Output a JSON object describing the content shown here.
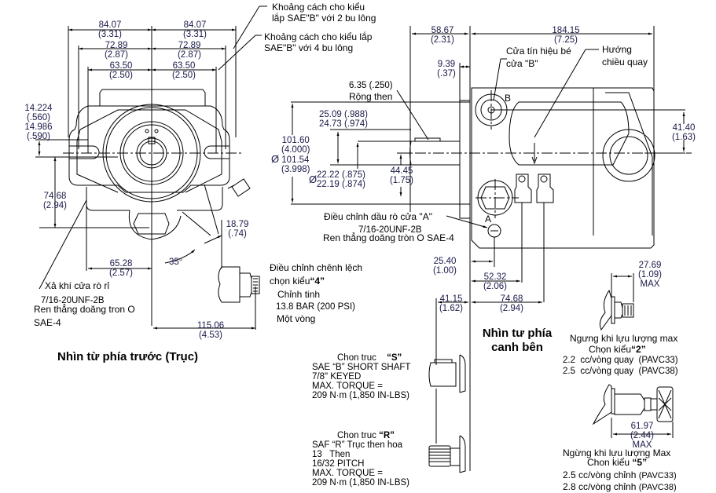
{
  "front_view": {
    "title": "Nhìn từ phía trước (Trục)",
    "dims": {
      "d84_left": [
        "84.07",
        "(3.31)"
      ],
      "d84_right": [
        "84.07",
        "(3.31)"
      ],
      "d72_left": [
        "72.89",
        "(2.87)"
      ],
      "d72_right": [
        "72.89",
        "(2.87)"
      ],
      "d63_left": [
        "63.50",
        "(2.50)"
      ],
      "d63_right": [
        "63.50",
        "(2.50)"
      ],
      "slot": [
        "14.224",
        "(.560)",
        "14.986",
        "(.590)"
      ],
      "height": [
        "74.68",
        "(2.94)"
      ],
      "d65": [
        "65.28",
        "(2.57)"
      ],
      "angle": "35°",
      "d18": [
        "18.79",
        "(.74)"
      ],
      "d115": [
        "115.06",
        "(4.53)"
      ]
    },
    "callouts": {
      "two_bolt": [
        "Khoảng cách cho kiểu",
        "lắp SAE\"B\" với 2 bu lông"
      ],
      "four_bolt": [
        "Khoảng cách cho kiểu lắp",
        "SAE\"B\" với 4 bu lông"
      ],
      "bleed": "Xả khí cửa rò rỉ",
      "bleed_thread": "7/16-20UNF-2B",
      "bleed_oring": [
        "Ren thẳng doăng tron O",
        "SAE-4"
      ]
    },
    "option4": {
      "line1": "Điều chỉnh chênh lệch",
      "line2_prefix": "chọn kiểu",
      "line2_code": "“4”",
      "fine": "Chỉnh tinh",
      "pressure": "13.8 BAR (200 PSI)",
      "turn": "Một vòng"
    }
  },
  "side_view": {
    "title": [
      "Nhìn tư phía",
      "canh bên"
    ],
    "dims": {
      "d58": [
        "58.67",
        "(2.31)"
      ],
      "d184": [
        "184.15",
        "(7.25)"
      ],
      "d9": [
        "9.39",
        "(.37)"
      ],
      "key_width": [
        "6.35 (.250)",
        "Rộng then"
      ],
      "key_height": [
        "25.09 (.988)",
        "24.73 (.974)"
      ],
      "pilot_dia": [
        "101.60",
        "(4.000)",
        "Ø",
        "101.54",
        "(3.998)"
      ],
      "shaft_dia": [
        "Ø",
        "22.22 (.875)",
        "22.19 (.874)"
      ],
      "d44": [
        "44.45",
        "(1.75)"
      ],
      "d41_40": [
        "41.40",
        "(1.63)"
      ],
      "d25": [
        "25.40",
        "(1.00)"
      ],
      "d52": [
        "52.32",
        "(2.06)"
      ],
      "d74": [
        "74.68",
        "(2.94)"
      ],
      "d41_15": [
        "41.15",
        "(1.62)"
      ]
    },
    "callouts": {
      "port_b": [
        "Cửa tín hiệu bé",
        "cửa \"B\""
      ],
      "rotation": [
        "Hướng",
        "chiều quay"
      ],
      "label_b": "B",
      "label_a": "A",
      "drain_a": "Điều chỉnh dầu rò cửa \"A\"",
      "drain_thread": "7/16-20UNF-2B",
      "drain_oring": "Ren thẳng doăng tròn O SAE-4"
    }
  },
  "shaft_options": {
    "s": {
      "title_prefix": "Chon truc",
      "code": "“S”",
      "lines": [
        "SAE “B” SHORT SHAFT",
        "7/8\" KEYED",
        "MAX. TORQUE =",
        "209 N·m (1,850 IN-LBS)"
      ]
    },
    "r": {
      "title_prefix": "Chon truc",
      "code": "“R”",
      "lines": [
        "SAF “R” Trục then hoa",
        "13   Then",
        "16/32 PITCH",
        "MAX. TORQUE =",
        "209 N·m (1,850 IN-LBS)"
      ]
    }
  },
  "stop_options": {
    "opt2": {
      "dim": [
        "27.69",
        "(1.09)",
        "MAX"
      ],
      "title": "Ngưng khi lựu lượng max",
      "select_prefix": "Chọn kiểu",
      "code": "“2”",
      "rows": [
        "2.2  cc/vòng quay  (PAVC33)",
        "2.5  cc/vòng quay  (PAVC38)"
      ]
    },
    "opt5": {
      "dim": [
        "61.97",
        "(2.44)",
        "MAX"
      ],
      "title": "Ngừng khi lựu lượng Max",
      "select_prefix": "Chon kiểu",
      "code": "“5”",
      "rows": [
        {
          "value": "2.5 cc/vòng chỉnh",
          "model": "(PAVC33)"
        },
        {
          "value": "2.8 cc/vòng chỉnh",
          "model": "(PAVC38)"
        }
      ]
    }
  }
}
